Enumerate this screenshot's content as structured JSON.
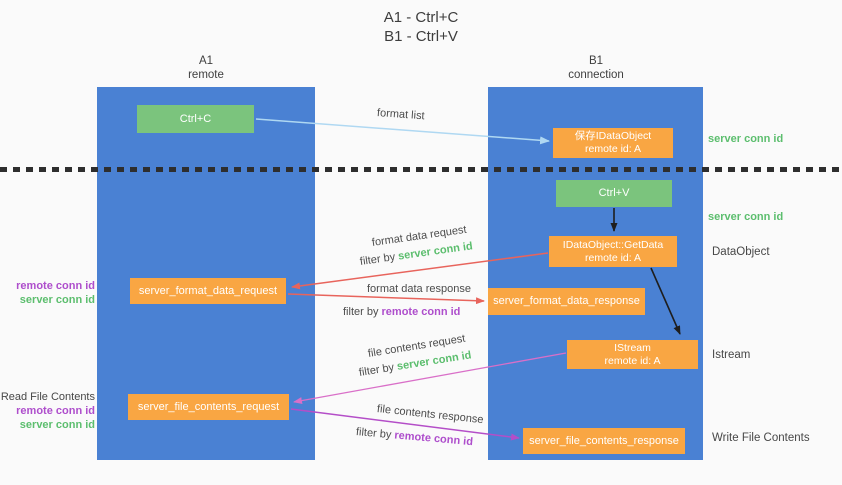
{
  "title": {
    "line1": "A1 - Ctrl+C",
    "line2": "B1 - Ctrl+V"
  },
  "lanes": {
    "a1": {
      "name": "A1",
      "subtitle": "remote"
    },
    "b1": {
      "name": "B1",
      "subtitle": "connection"
    }
  },
  "nodes": {
    "ctrl_c": {
      "label": "Ctrl+C"
    },
    "ctrl_v": {
      "label": "Ctrl+V"
    },
    "save_dataobject": {
      "line1": "保存IDataObject",
      "line2": "remote id: A"
    },
    "getdata": {
      "line1": "IDataObject::GetData",
      "line2": "remote id: A"
    },
    "istream": {
      "line1": "IStream",
      "line2": "remote id: A"
    },
    "format_request": {
      "label": "server_format_data_request"
    },
    "format_response": {
      "label": "server_format_data_response"
    },
    "file_request": {
      "label": "server_file_contents_request"
    },
    "file_response": {
      "label": "server_file_contents_response"
    }
  },
  "flow_labels": {
    "format_list": "format list",
    "format_data_request": "format data request",
    "format_data_response": "format data response",
    "file_contents_request": "file contents request",
    "file_contents_response": "file contents response",
    "filter_by": "filter by",
    "server_conn_id": "server conn id",
    "remote_conn_id": "remote conn id"
  },
  "side_labels": {
    "right_server_conn_id_top": "server conn id",
    "right_server_conn_id_mid": "server conn id",
    "right_dataobject": "DataObject",
    "right_istream": "Istream",
    "right_write_file": "Write File Contents",
    "left_remote_conn_id_1": "remote conn id",
    "left_server_conn_id_1": "server conn id",
    "left_read_file": "Read File Contents",
    "left_remote_conn_id_2": "remote conn id",
    "left_server_conn_id_2": "server conn id"
  },
  "colors": {
    "lane_blue": "#4a81d3",
    "node_orange": "#f9a643",
    "node_green": "#7bc47d",
    "green_text": "#5cbe6e",
    "purple_text": "#ae4ecc",
    "arrow_red": "#e8645c",
    "arrow_magenta": "#d96fc8",
    "arrow_purple": "#b44ec8",
    "arrow_lightblue": "#afd8f2",
    "arrow_black": "#1e1e1e"
  }
}
